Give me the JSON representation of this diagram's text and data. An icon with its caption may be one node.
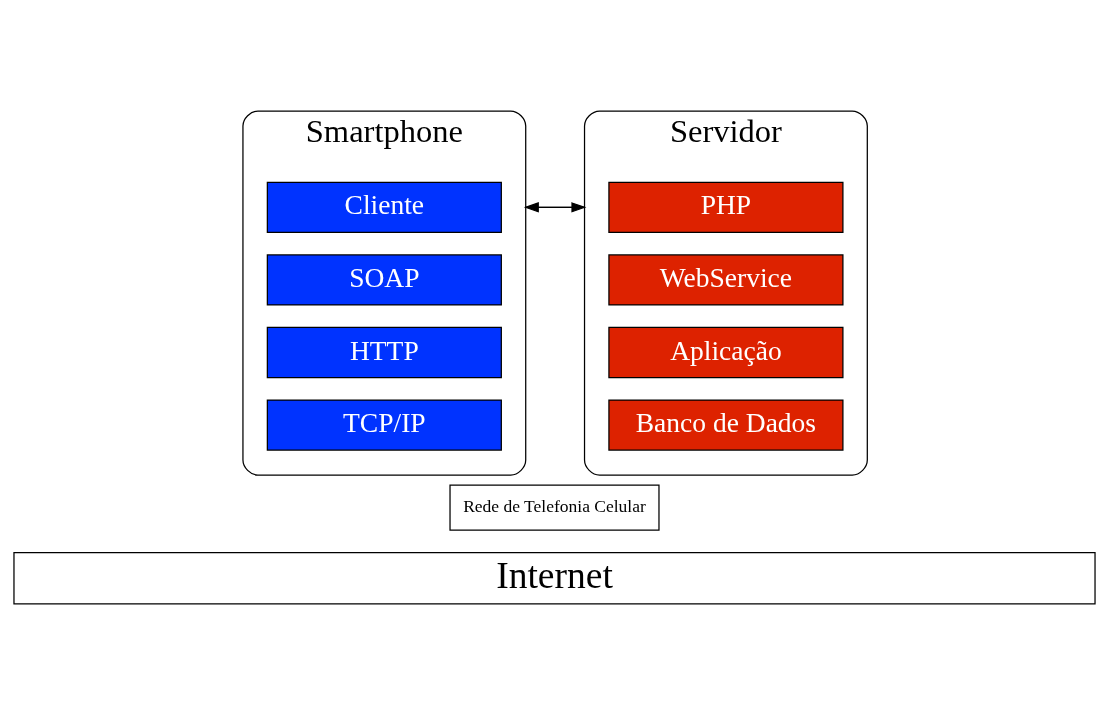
{
  "diagram": {
    "nodes": [
      {
        "text": [
          "Smartphone"
        ]
      },
      {
        "text": [
          "Cliente"
        ],
        "in": 0
      },
      {
        "text": [
          "SOAP"
        ],
        "in": 0
      },
      {
        "text": [
          "HTTP"
        ],
        "in": 0
      },
      {
        "text": [
          "TCP/IP"
        ],
        "in": 0
      },
      {
        "text": [
          "Servidor"
        ]
      },
      {
        "text": [
          "PHP"
        ],
        "in": 5
      },
      {
        "text": [
          "WebService"
        ],
        "in": 5
      },
      {
        "text": [
          "Aplicação"
        ],
        "in": 5
      },
      {
        "text": [
          "Banco de Dados"
        ],
        "in": 5
      },
      {
        "text": [
          "Rede de Telefonia Celular"
        ]
      },
      {
        "text": [
          "Internet"
        ]
      }
    ],
    "edges": [
      {
        "from": 0,
        "to": 5,
        "arrow": "to"
      },
      {
        "from": 5,
        "to": 0,
        "arrow": "to"
      }
    ]
  }
}
